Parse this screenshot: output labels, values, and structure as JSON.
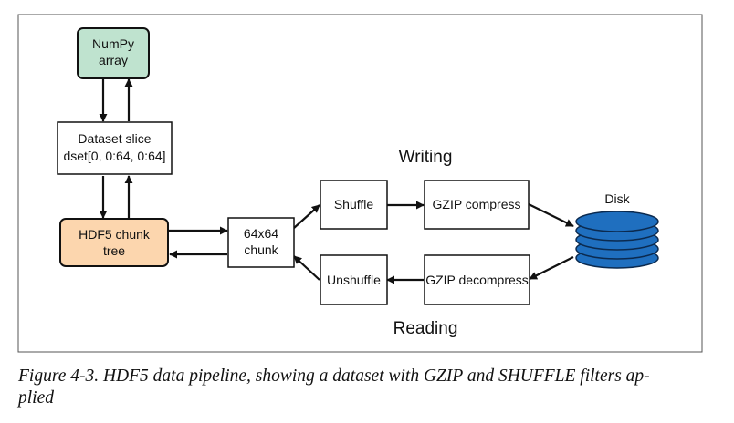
{
  "diagram": {
    "nodes": {
      "numpy_array": {
        "line1": "NumPy",
        "line2": "array"
      },
      "dataset_slice": {
        "line1": "Dataset slice",
        "line2": "dset[0, 0:64, 0:64]"
      },
      "hdf5_chunk_tree": {
        "line1": "HDF5 chunk",
        "line2": "tree"
      },
      "chunk": {
        "line1": "64x64",
        "line2": "chunk"
      },
      "shuffle": {
        "label": "Shuffle"
      },
      "gzip_compress": {
        "label": "GZIP compress"
      },
      "unshuffle": {
        "label": "Unshuffle"
      },
      "gzip_decompress": {
        "label": "GZIP decompress"
      },
      "disk": {
        "label": "Disk"
      }
    },
    "writing_label": "Writing",
    "reading_label": "Reading"
  },
  "caption": {
    "line1": "Figure 4-3. HDF5 data pipeline, showing a dataset with GZIP and SHUFFLE filters ap-",
    "line2": "plied"
  },
  "colors": {
    "numpy_fill": "#bfe3cf",
    "hdf5_fill": "#fcd6ae",
    "disk_fill": "#1f6fbf",
    "frame": "#555555"
  }
}
